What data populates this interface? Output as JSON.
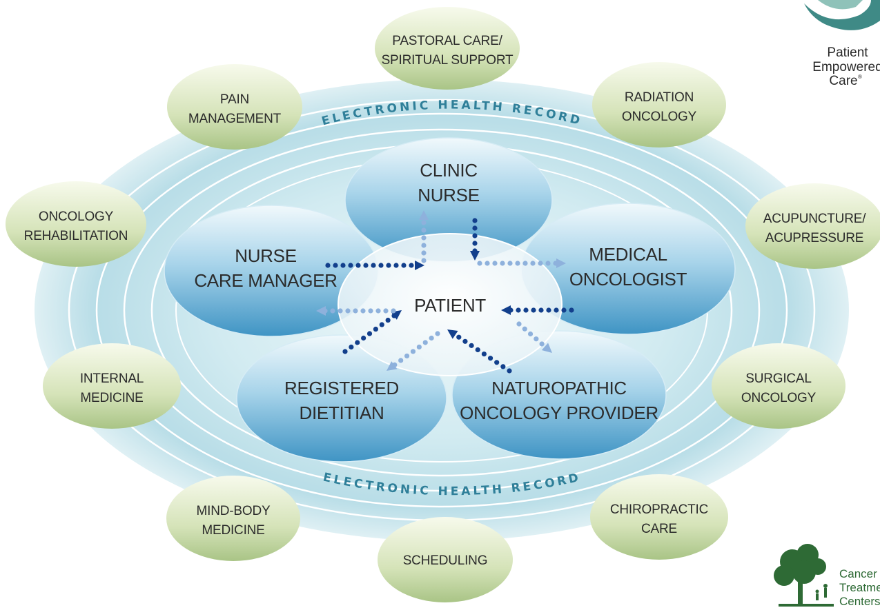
{
  "ehr_label_top": "ELECTRONIC HEALTH RECORD",
  "ehr_label_bottom": "ELECTRONIC HEALTH RECORD",
  "center": {
    "label": "PATIENT"
  },
  "core_team": [
    {
      "id": "clinic-nurse",
      "lines": [
        "CLINIC",
        "NURSE"
      ]
    },
    {
      "id": "medical-oncologist",
      "lines": [
        "MEDICAL",
        "ONCOLOGIST"
      ]
    },
    {
      "id": "naturopathic-oncology-provider",
      "lines": [
        "NATUROPATHIC",
        "ONCOLOGY PROVIDER"
      ]
    },
    {
      "id": "registered-dietitian",
      "lines": [
        "REGISTERED",
        "DIETITIAN"
      ]
    },
    {
      "id": "nurse-care-manager",
      "lines": [
        "NURSE",
        "CARE MANAGER"
      ]
    }
  ],
  "support_services": [
    {
      "id": "pastoral-care",
      "lines": [
        "PASTORAL CARE/",
        "SPIRITUAL SUPPORT"
      ]
    },
    {
      "id": "radiation-oncology",
      "lines": [
        "RADIATION",
        "ONCOLOGY"
      ]
    },
    {
      "id": "acupuncture",
      "lines": [
        "ACUPUNCTURE/",
        "ACUPRESSURE"
      ]
    },
    {
      "id": "surgical-oncology",
      "lines": [
        "SURGICAL",
        "ONCOLOGY"
      ]
    },
    {
      "id": "chiropractic-care",
      "lines": [
        "CHIROPRACTIC",
        "CARE"
      ]
    },
    {
      "id": "scheduling",
      "lines": [
        "SCHEDULING"
      ]
    },
    {
      "id": "mind-body-medicine",
      "lines": [
        "MIND-BODY",
        "MEDICINE"
      ]
    },
    {
      "id": "internal-medicine",
      "lines": [
        "INTERNAL",
        "MEDICINE"
      ]
    },
    {
      "id": "oncology-rehabilitation",
      "lines": [
        "ONCOLOGY",
        "REHABILITATION"
      ]
    },
    {
      "id": "pain-management",
      "lines": [
        "PAIN",
        "MANAGEMENT"
      ]
    }
  ],
  "logo_top": {
    "lines": [
      "Patient",
      "Empowered",
      "Care"
    ],
    "mark": "®"
  },
  "logo_bottom": {
    "lines": [
      "Cancer",
      "Treatme",
      "Centers"
    ]
  },
  "colors": {
    "ring_fill": "#cfe9ef",
    "ring_line": "#ffffff",
    "core_fill_top": "#e9f6fb",
    "core_fill_bottom": "#4fa2cc",
    "outer_fill_top": "#f4f8e6",
    "outer_fill_bottom": "#b5cc93",
    "arrow_dark": "#123f8c",
    "arrow_light": "#8eb1dc",
    "ehr_text": "#2f7f99",
    "logo_green": "#2e6a35",
    "logo_teal": "#3f8a86"
  }
}
